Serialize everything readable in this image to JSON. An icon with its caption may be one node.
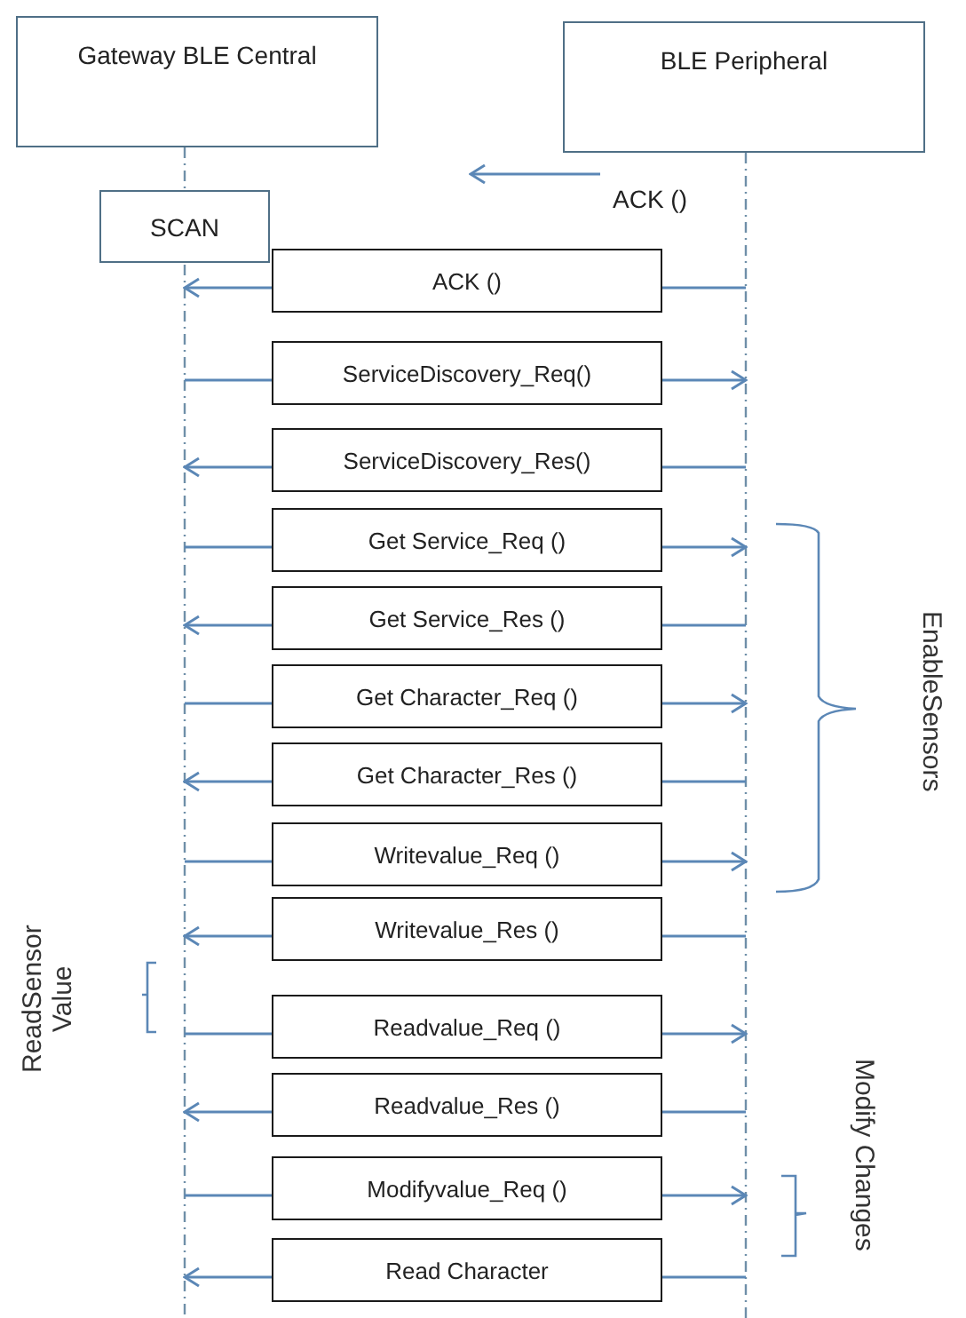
{
  "diagram": {
    "nodes": [
      {
        "text": [
          "Gateway BLE Central"
        ]
      },
      {
        "text": [
          "BLE Peripheral"
        ]
      },
      {
        "text": [
          "ACK ()"
        ]
      },
      {
        "text": [
          "SCAN"
        ]
      },
      {
        "text": [
          "ACK ()"
        ]
      },
      {
        "text": [
          "ServiceDiscovery_Req()"
        ]
      },
      {
        "text": [
          "ServiceDiscovery_Res()"
        ]
      },
      {
        "text": [
          "Get Service_Req ()"
        ]
      },
      {
        "text": [
          "Get Service_Res ()"
        ]
      },
      {
        "text": [
          "Get Character_Req ()"
        ]
      },
      {
        "text": [
          "Get Character_Res ()"
        ]
      },
      {
        "text": [
          "Writevalue_Req ()"
        ]
      },
      {
        "text": [
          "Writevalue_Res ()"
        ]
      },
      {
        "text": [
          "Readvalue_Req ()"
        ]
      },
      {
        "text": [
          "Readvalue_Res ()"
        ]
      },
      {
        "text": [
          "Modifyvalue_Req ()"
        ]
      },
      {
        "text": [
          "Read Character"
        ]
      },
      {
        "text": [],
        "shape": "line"
      },
      {
        "text": [],
        "shape": "line"
      }
    ],
    "edges": [
      {
        "from": 2,
        "to": null,
        "arrow": "to"
      },
      {
        "from": 18,
        "to": 4,
        "arrow": "none"
      },
      {
        "from": 4,
        "to": 17,
        "arrow": "to"
      },
      {
        "from": 17,
        "to": 5,
        "arrow": "none"
      },
      {
        "from": 5,
        "to": 18,
        "arrow": "to"
      },
      {
        "from": 18,
        "to": 6,
        "arrow": "none"
      },
      {
        "from": 6,
        "to": 17,
        "arrow": "to"
      },
      {
        "from": 17,
        "to": 7,
        "arrow": "none"
      },
      {
        "from": 7,
        "to": 18,
        "arrow": "to"
      },
      {
        "from": 18,
        "to": 8,
        "arrow": "none"
      },
      {
        "from": 8,
        "to": 17,
        "arrow": "to"
      },
      {
        "from": 17,
        "to": 9,
        "arrow": "none"
      },
      {
        "from": 9,
        "to": 18,
        "arrow": "to"
      },
      {
        "from": 18,
        "to": 10,
        "arrow": "none"
      },
      {
        "from": 10,
        "to": 17,
        "arrow": "to"
      },
      {
        "from": 17,
        "to": 11,
        "arrow": "none"
      },
      {
        "from": 11,
        "to": 18,
        "arrow": "to"
      },
      {
        "from": 18,
        "to": 12,
        "arrow": "none"
      },
      {
        "from": 12,
        "to": 17,
        "arrow": "to"
      },
      {
        "from": 17,
        "to": 13,
        "arrow": "none"
      },
      {
        "from": 13,
        "to": 18,
        "arrow": "to"
      },
      {
        "from": 18,
        "to": 14,
        "arrow": "none"
      },
      {
        "from": 14,
        "to": 17,
        "arrow": "to"
      },
      {
        "from": 17,
        "to": 15,
        "arrow": "none"
      },
      {
        "from": 15,
        "to": 18,
        "arrow": "to"
      },
      {
        "from": 18,
        "to": 16,
        "arrow": "none"
      },
      {
        "from": 16,
        "to": 17,
        "arrow": "to"
      },
      {
        "from": 0,
        "to": 3,
        "arrow": "none",
        "style": "dashed",
        "color": "#6f8fa8"
      }
    ],
    "labels": [
      "EnableSensors",
      "ReadSensor Value",
      "Modify Changes"
    ]
  }
}
